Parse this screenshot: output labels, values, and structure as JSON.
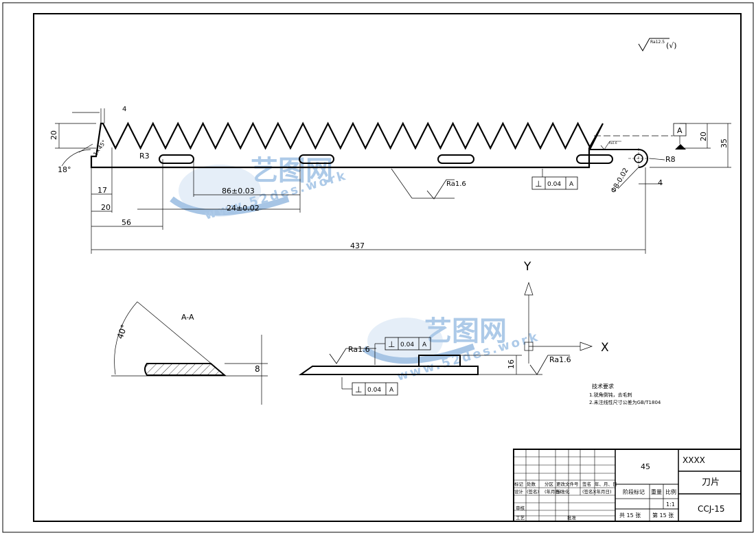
{
  "surface_symbol": {
    "value": "Ra12.5",
    "paren": "(√)"
  },
  "top_view": {
    "dims": {
      "d4_top": "4",
      "d20_left": "20",
      "r3": "R3",
      "angle18": "18°",
      "d17": "17",
      "d20_bottom": "20",
      "d56": "56",
      "d86": "86±0.03",
      "d24": "24±0.02",
      "d437": "437",
      "ra16": "Ra1.6",
      "ra_small": "Ra1.6",
      "datum_a": "A",
      "d20_right": "20",
      "d35": "35",
      "r8": "R8",
      "phi": "Φ8-0.02",
      "d4_right": "4",
      "chamfer": "1×45°"
    },
    "tolerance": {
      "symbol": "⊥",
      "value": "0.04",
      "datum": "A"
    }
  },
  "section": {
    "title": "A-A",
    "angle": "40°",
    "thickness": "8"
  },
  "side_view": {
    "axis_y": "Y",
    "axis_x": "X",
    "ra_left": "Ra1.6",
    "ra_right": "Ra1.6",
    "height": "16",
    "tol_top": {
      "symbol": "⊥",
      "value": "0.04",
      "datum": "A"
    },
    "tol_bottom": {
      "symbol": "⊥",
      "value": "0.04",
      "datum": "A"
    }
  },
  "notes": {
    "heading": "技术要求",
    "lines": [
      "1.锐角倒钝，去毛刺",
      "2.未注线性尺寸公差为GB/T1804"
    ]
  },
  "watermark": {
    "cn": "艺图网",
    "url": "www.52des.work"
  },
  "title_block": {
    "material": "45",
    "company": "XXXX",
    "part_name": "刀片",
    "drawing_no": "CCJ-15",
    "row_labels_a": [
      "标记",
      "处数",
      "分区",
      "更改文件号",
      "签名",
      "年、月、日"
    ],
    "row_labels_b": [
      "设计",
      "(签名)",
      "(年月日)",
      "标准化",
      "(签名)",
      "(年月日)"
    ],
    "review": "审核",
    "process": "工艺",
    "approve": "批准",
    "stage_label": "阶段标记",
    "weight_label": "重量",
    "scale_label": "比例",
    "scale": "1:1",
    "sheets": "共 15 张",
    "sheet_no": "第 15 张"
  }
}
